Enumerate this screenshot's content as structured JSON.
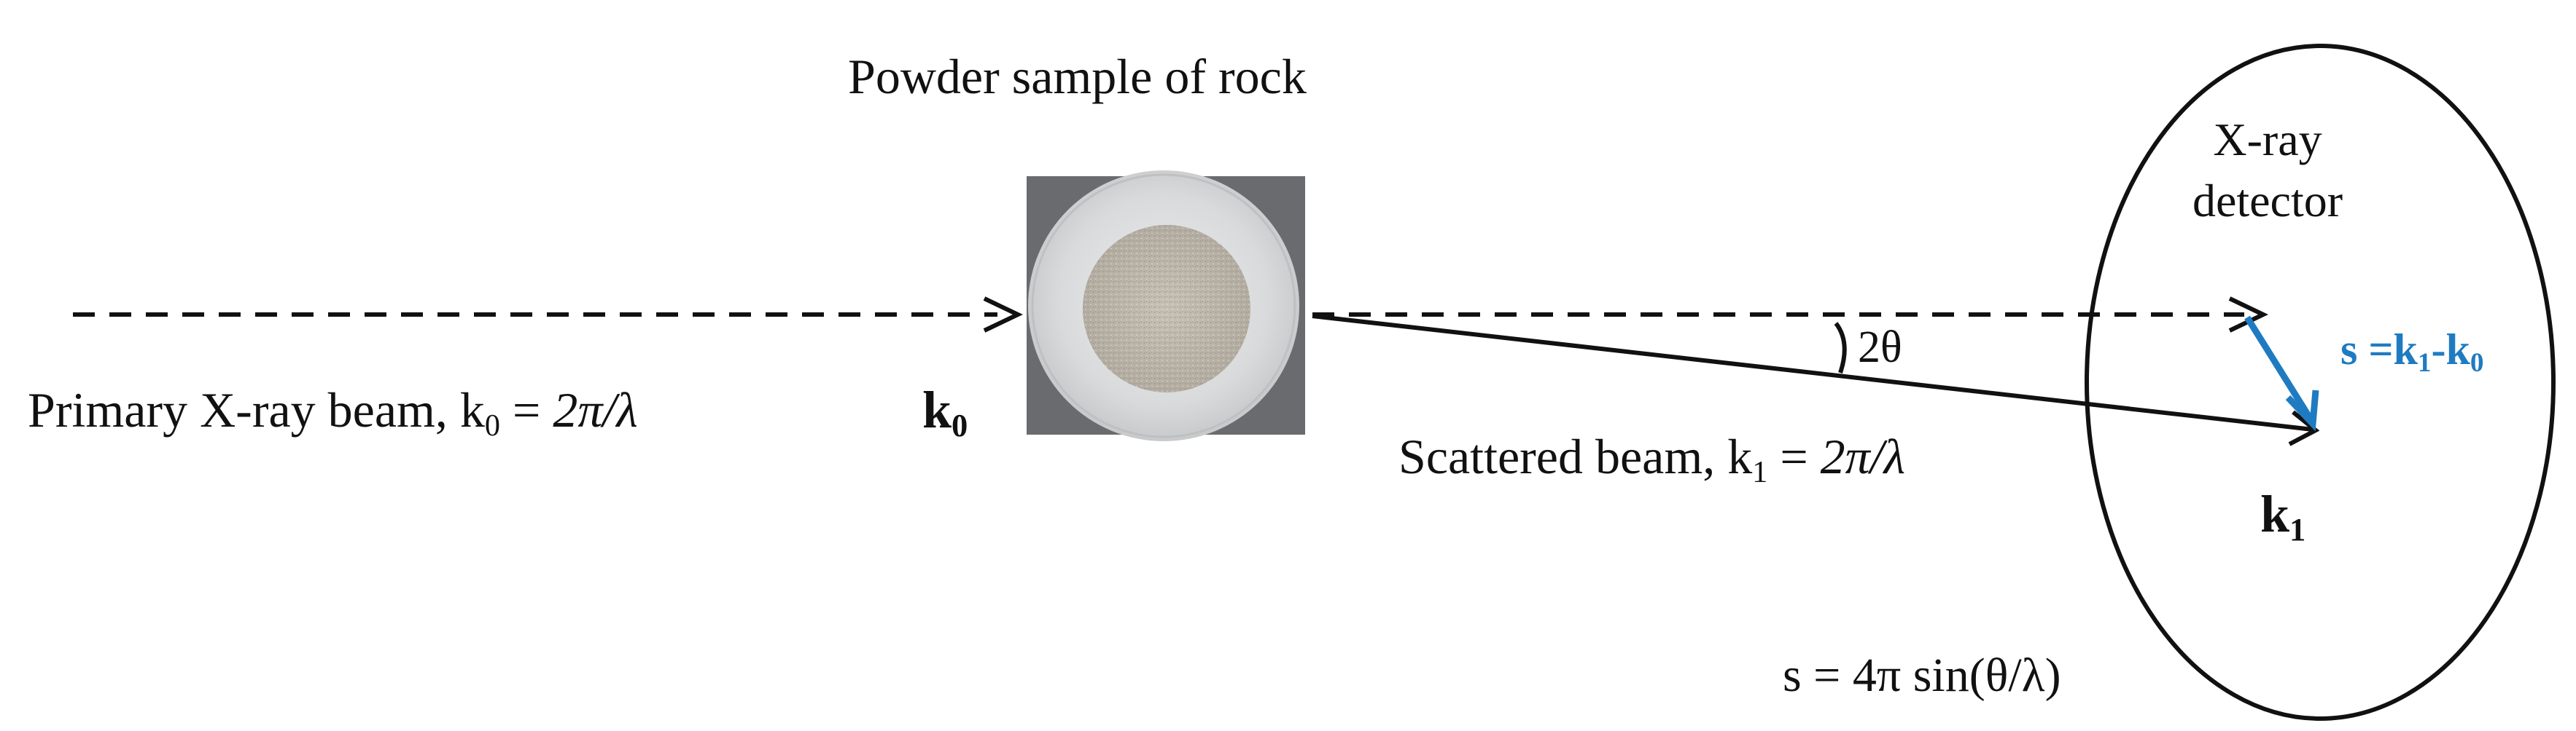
{
  "diagram": {
    "sample_title": "Powder sample of rock",
    "detector": {
      "line1": "X-ray",
      "line2": "detector"
    },
    "primary": {
      "text": "Primary X-ray beam, k",
      "sub": "0",
      "eq": " = ",
      "formula": "2π/λ"
    },
    "k0": {
      "k": "k",
      "sub": "0"
    },
    "angle": "2θ",
    "scattered": {
      "text": "Scattered beam, k",
      "sub": "1",
      "eq": " = ",
      "formula": "2π/λ"
    },
    "k1": {
      "k": "k",
      "sub": "1"
    },
    "svec": {
      "prefix": "s =k",
      "sub1": "1",
      "mid": "-k",
      "sub2": "0"
    },
    "formula_s": "s = 4π sin(θ/λ)",
    "colors": {
      "line": "#111111",
      "vector": "#1f7bc1"
    },
    "icons": {
      "sample": "powder-sample-dish-photo",
      "detector": "detector-ellipse"
    }
  }
}
